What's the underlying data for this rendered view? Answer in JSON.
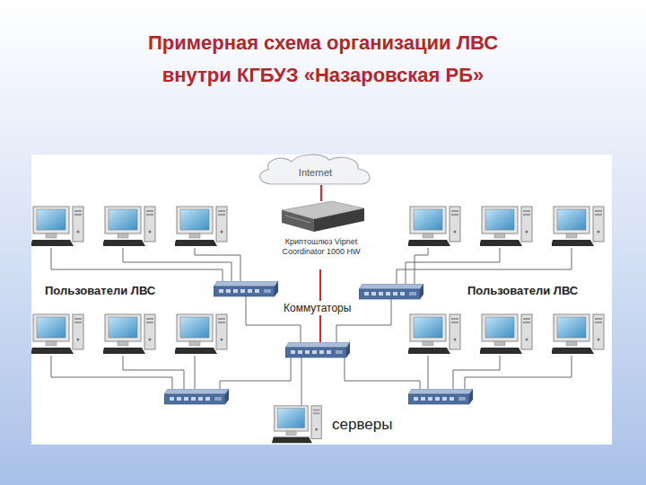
{
  "diagram": {
    "title": "Примерная схема организации ЛВС внутри КГБУЗ «Назаровская РБ»",
    "nodes": [
      {
        "text": [
          "Internet"
        ]
      },
      {
        "text": [
          "Криптошлюз Vipnet Coordinator 1000 HW"
        ]
      },
      {
        "text": [
          "серверы"
        ]
      }
    ],
    "edges": [
      {
        "from": 0,
        "to": 1,
        "arrow": "none"
      }
    ],
    "labels": [
      "Пользователи ЛВС",
      "Пользователи ЛВС",
      "Коммутаторы"
    ]
  }
}
